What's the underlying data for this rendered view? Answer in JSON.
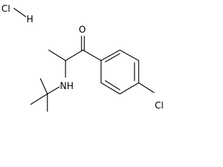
{
  "molecule": {
    "labels": {
      "hcl_cl": "Cl",
      "hcl_h": "H",
      "oxygen": "O",
      "amine": "NH",
      "aryl_chlorine": "Cl"
    }
  }
}
